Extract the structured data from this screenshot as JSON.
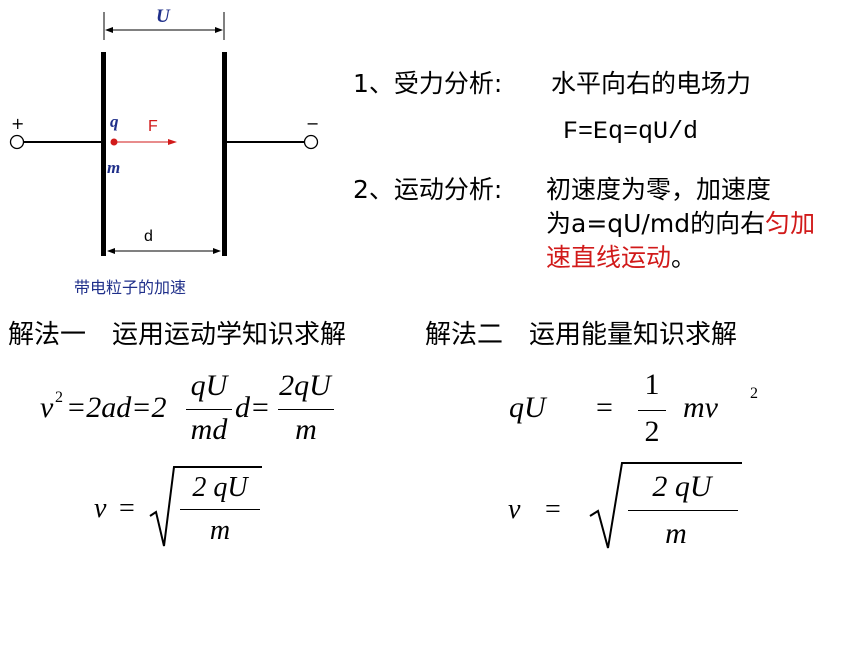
{
  "diagram": {
    "voltage_label": "U",
    "plus_sign": "+",
    "minus_sign": "−",
    "charge_label": "q",
    "mass_label": "m",
    "force_label": "F",
    "gap_label": "d",
    "caption": "带电粒子的加速"
  },
  "analysis": {
    "step1_label": "1、受力分析:",
    "step1_text": "水平向右的电场力",
    "step1_formula": "F=Eq=qU/d",
    "step2_label": "2、运动分析:",
    "step2_line1": "初速度为零，加速度",
    "step2_line2_prefix": "为a=qU/md的向右",
    "step2_line2_red": "匀加",
    "step2_line3_red": "速直线运动",
    "step2_line3_suffix": "。"
  },
  "methods": {
    "method1_title": "解法一　运用运动学知识求解",
    "method2_title": "解法二　运用能量知识求解"
  },
  "formulas": {
    "kin_lhs": "v",
    "kin_sup": "2",
    "kin_eq1": "=2ad=2",
    "kin_frac1_num": "qU",
    "kin_frac1_den": "md",
    "kin_mid": "d=",
    "kin_frac2_num": "2qU",
    "kin_frac2_den": "m",
    "kin_v": "v",
    "kin_eq2": "=",
    "kin_sqrt_num": "2 qU",
    "kin_sqrt_den": "m",
    "en_lhs": "qU",
    "en_eq": "=",
    "en_half_num": "1",
    "en_half_den": "2",
    "en_mv": "mv",
    "en_sup": "2",
    "en_v": "v",
    "en_eq2": "=",
    "en_sqrt_num": "2 qU",
    "en_sqrt_den": "m"
  }
}
